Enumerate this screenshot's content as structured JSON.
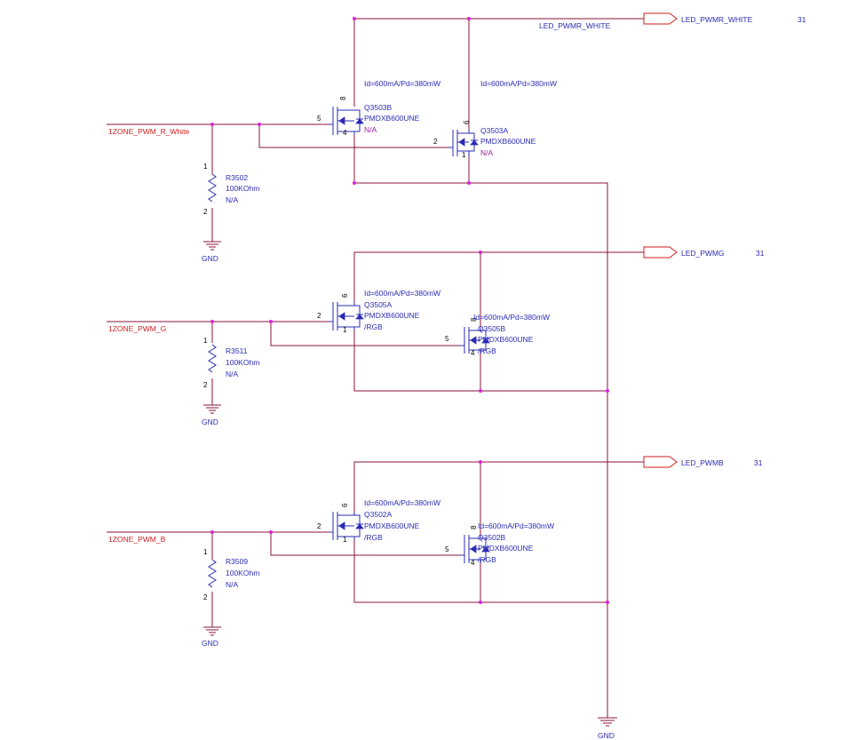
{
  "nets": {
    "white_out": "LED_PWMR_WHITE",
    "white_wire_label": "LED_PWMR_WHITE",
    "white_page": "31",
    "g_out": "LED_PWMG",
    "g_page": "31",
    "b_out": "LED_PWMB",
    "b_page": "31",
    "in_white": "1ZONE_PWM_R_White",
    "in_g": "1ZONE_PWM_G",
    "in_b": "1ZONE_PWM_B"
  },
  "resistors": [
    {
      "ref": "R3502",
      "value": "100KOhm",
      "note": "N/A",
      "pin_top": "1",
      "pin_bottom": "2"
    },
    {
      "ref": "R3511",
      "value": "100KOhm",
      "note": "N/A",
      "pin_top": "1",
      "pin_bottom": "2"
    },
    {
      "ref": "R3509",
      "value": "100KOhm",
      "note": "N/A",
      "pin_top": "1",
      "pin_bottom": "2"
    }
  ],
  "gnd_label": "GND",
  "transistors": [
    {
      "id": "Q3503B",
      "ref": "Q3503B",
      "part": "PMDXB600UNE",
      "variant": "N/A",
      "rating": "Id=600mA/Pd=380mW",
      "pin_d": "8",
      "pin_g": "5",
      "pin_s": "4"
    },
    {
      "id": "Q3503A",
      "ref": "Q3503A",
      "part": "PMDXB600UNE",
      "variant": "N/A",
      "rating": "Id=600mA/Pd=380mW",
      "pin_d": "6",
      "pin_g": "2",
      "pin_s": "1"
    },
    {
      "id": "Q3505A",
      "ref": "Q3505A",
      "part": "PMDXB600UNE",
      "variant": "/RGB",
      "rating": "Id=600mA/Pd=380mW",
      "pin_d": "6",
      "pin_g": "2",
      "pin_s": "1"
    },
    {
      "id": "Q3505B",
      "ref": "Q3505B",
      "part": "PMDXB600UNE",
      "variant": "/RGB",
      "rating": "Id=600mA/Pd=380mW",
      "pin_d": "8",
      "pin_g": "5",
      "pin_s": "4"
    },
    {
      "id": "Q3502A",
      "ref": "Q3502A",
      "part": "PMDXB600UNE",
      "variant": "/RGB",
      "rating": "Id=600mA/Pd=380mW",
      "pin_d": "6",
      "pin_g": "2",
      "pin_s": "1"
    },
    {
      "id": "Q3502B",
      "ref": "Q3502B",
      "part": "PMDXB600UNE",
      "variant": "/RGB",
      "rating": "Id=600mA/Pd=380mW",
      "pin_d": "8",
      "pin_g": "5",
      "pin_s": "4"
    }
  ],
  "colors": {
    "wire": "#8a1538",
    "net_label": "#d11e1e",
    "part": "#2b2bb5",
    "junction": "#e020e0",
    "variant": "#9a1fa3"
  }
}
